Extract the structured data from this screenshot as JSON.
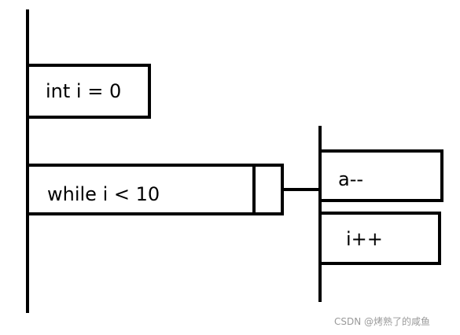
{
  "diagram": {
    "main_statements": [
      {
        "text": "int i = 0"
      },
      {
        "text": "while i < 10"
      }
    ],
    "loop_body": [
      {
        "text": "a--"
      },
      {
        "text": "i++"
      }
    ]
  },
  "watermark": {
    "text": "CSDN @烤熟了的咸鱼"
  },
  "colors": {
    "stroke": "#000000",
    "background": "#ffffff",
    "watermark": "#9a9a9a"
  }
}
